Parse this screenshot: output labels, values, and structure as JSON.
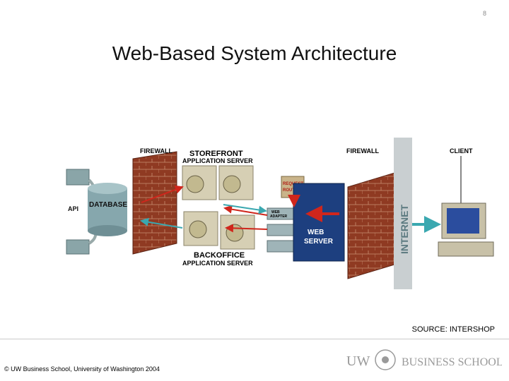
{
  "slide": {
    "number": "8",
    "title": "Web-Based System Architecture"
  },
  "diagram": {
    "labels": {
      "firewall_left": "FIREWALL",
      "storefront_1": "STOREFRONT",
      "storefront_2": "APPLICATION SERVER",
      "firewall_right": "FIREWALL",
      "client": "CLIENT",
      "api": "API",
      "database": "DATABASE",
      "request_router_1": "REQUEST",
      "request_router_2": "ROUTER",
      "web_server_1": "WEB",
      "web_server_2": "SERVER",
      "web_adapter_1": "WEB",
      "web_adapter_2": "ADAPTER",
      "internet": "INTERNET",
      "backoffice_1": "BACKOFFICE",
      "backoffice_2": "APPLICATION SERVER"
    }
  },
  "footer": {
    "source": "SOURCE: INTERSHOP",
    "copyright": "© UW Business School, University of Washington 2004",
    "logo_uw": "UW",
    "logo_school": "BUSINESS SCHOOL"
  },
  "colors": {
    "brick": "#8f3a22",
    "server": "#1d3f7f",
    "arrow_red": "#d0261c",
    "arrow_teal": "#3aa8b0"
  }
}
